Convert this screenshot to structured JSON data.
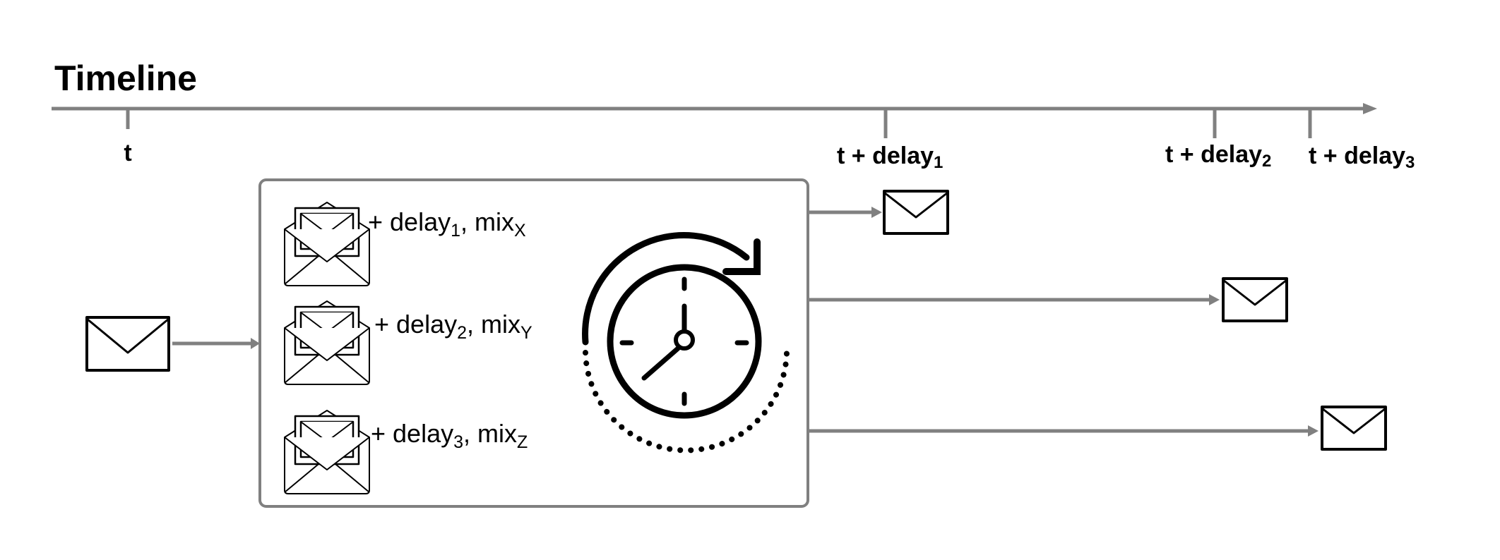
{
  "timeline": {
    "title": "Timeline",
    "ticks": [
      {
        "base": "t",
        "sub": ""
      },
      {
        "base": "t + delay",
        "sub": "1"
      },
      {
        "base": "t + delay",
        "sub": "2"
      },
      {
        "base": "t + delay",
        "sub": "3"
      }
    ]
  },
  "mix_box": {
    "rows": [
      {
        "prefix": "+ delay",
        "delay_sub": "1",
        "mid": ", mix",
        "mix_sub": "X"
      },
      {
        "prefix": "+ delay",
        "delay_sub": "2",
        "mid": ", mix",
        "mix_sub": "Y"
      },
      {
        "prefix": "+ delay",
        "delay_sub": "3",
        "mid": ", mix",
        "mix_sub": "Z"
      }
    ],
    "center_icon": "clock-refresh-icon",
    "row_icon": "open-envelope-icon"
  },
  "input_icon": "envelope-icon",
  "output_icons": [
    "envelope-icon",
    "envelope-icon",
    "envelope-icon"
  ],
  "colors": {
    "arrow": "#808080",
    "ink": "#000000",
    "background": "#ffffff"
  }
}
